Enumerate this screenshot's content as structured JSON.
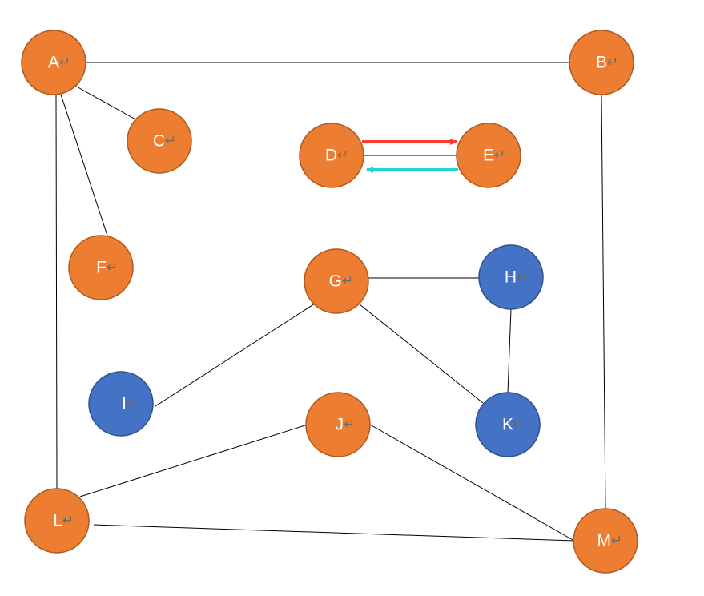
{
  "colors": {
    "orange_fill": "#ED7D31",
    "orange_stroke": "#AE5A21",
    "blue_fill": "#4472C4",
    "blue_stroke": "#2F528F",
    "edge": "#000000",
    "arrow_red": "#FF3B30",
    "arrow_cyan": "#1FD3D8"
  },
  "return_mark": "↵",
  "nodes": [
    {
      "id": "A",
      "label": "A",
      "color": "orange"
    },
    {
      "id": "B",
      "label": "B",
      "color": "orange"
    },
    {
      "id": "C",
      "label": "C",
      "color": "orange"
    },
    {
      "id": "D",
      "label": "D",
      "color": "orange"
    },
    {
      "id": "E",
      "label": "E",
      "color": "orange"
    },
    {
      "id": "F",
      "label": "F",
      "color": "orange"
    },
    {
      "id": "G",
      "label": "G",
      "color": "orange"
    },
    {
      "id": "H",
      "label": "H",
      "color": "blue"
    },
    {
      "id": "I",
      "label": "I",
      "color": "blue"
    },
    {
      "id": "J",
      "label": "J",
      "color": "orange"
    },
    {
      "id": "K",
      "label": "K",
      "color": "blue"
    },
    {
      "id": "L",
      "label": "L",
      "color": "orange"
    },
    {
      "id": "M",
      "label": "M",
      "color": "orange"
    }
  ],
  "edges": [
    {
      "from": "A",
      "to": "B"
    },
    {
      "from": "A",
      "to": "C"
    },
    {
      "from": "A",
      "to": "F"
    },
    {
      "from": "A",
      "to": "L"
    },
    {
      "from": "B",
      "to": "M"
    },
    {
      "from": "D",
      "to": "E"
    },
    {
      "from": "G",
      "to": "H"
    },
    {
      "from": "G",
      "to": "I"
    },
    {
      "from": "G",
      "to": "K"
    },
    {
      "from": "H",
      "to": "K"
    },
    {
      "from": "J",
      "to": "L"
    },
    {
      "from": "J",
      "to": "M"
    },
    {
      "from": "L",
      "to": "M"
    }
  ],
  "arrows": [
    {
      "from": "D",
      "to": "E",
      "color": "arrow_red"
    },
    {
      "from": "E",
      "to": "D",
      "color": "arrow_cyan"
    }
  ]
}
